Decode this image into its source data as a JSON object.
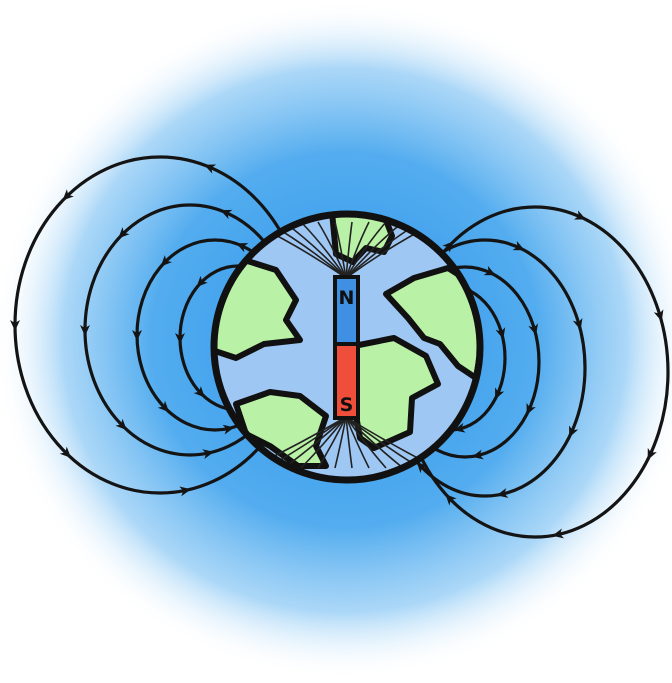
{
  "diagram": {
    "magnet": {
      "north_label": "N",
      "south_label": "S",
      "north_color": "#3f8fe3",
      "south_color": "#ef4f3a"
    },
    "colors": {
      "field_glow": "#4aa8ee",
      "ocean": "#9fc7f4",
      "land": "#b9f2a6",
      "outline": "#111111"
    },
    "field_loops_per_side": 4
  }
}
